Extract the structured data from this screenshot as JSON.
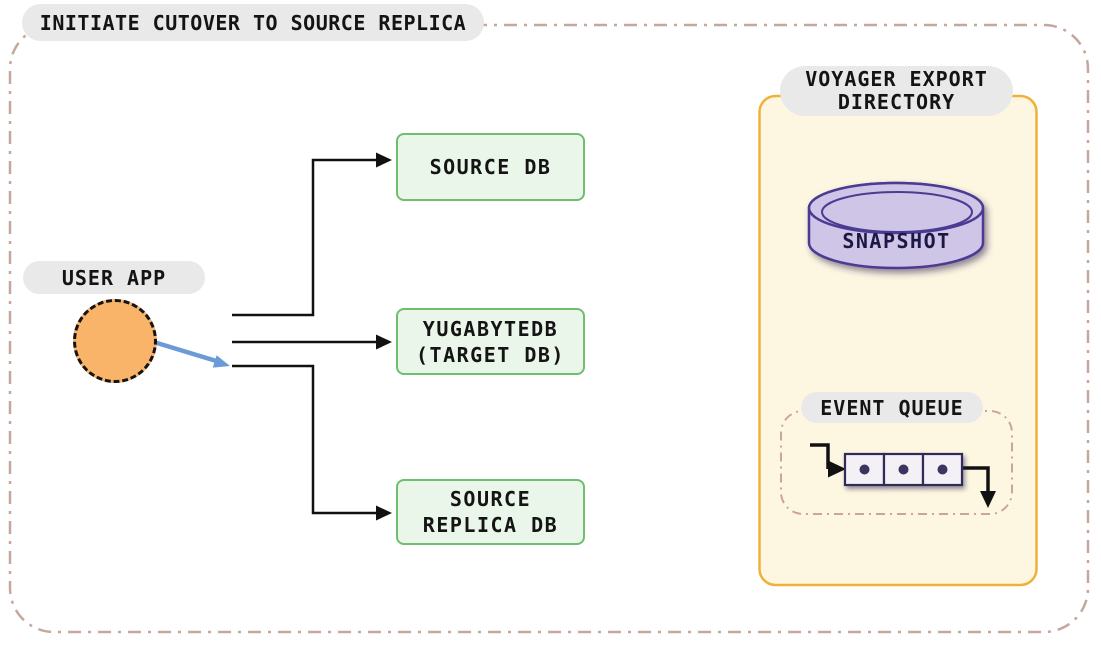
{
  "title": {
    "label": "INITIATE CUTOVER TO SOURCE REPLICA"
  },
  "user_app": {
    "label": "USER APP"
  },
  "nodes": {
    "source_db": {
      "line1": "SOURCE DB"
    },
    "target_db": {
      "line1": "YUGABYTEDB",
      "line2": "(TARGET DB)"
    },
    "source_replica_db": {
      "line1": "SOURCE",
      "line2": "REPLICA DB"
    }
  },
  "voyager": {
    "title_line1": "VOYAGER EXPORT",
    "title_line2": "DIRECTORY",
    "snapshot": {
      "label": "SNAPSHOT"
    },
    "event_queue": {
      "label": "EVENT QUEUE",
      "cells": 3
    }
  },
  "colors": {
    "outer_dashed_border": "#c4a89e",
    "pill_bg": "#e9e9e9",
    "pill_text": "#141414",
    "node_green_bg": "#ebf6ea",
    "node_green_border": "#6dbf6d",
    "user_app_fill": "#f9b469",
    "connector_black": "#111111",
    "cutover_arrow_blue": "#6a9bd8",
    "voyager_bg": "#fdf7e2",
    "voyager_border": "#f0b13a",
    "snapshot_fill": "#cfc5e7",
    "snapshot_border": "#4b3a92",
    "queue_dashed_border": "#c9a59b",
    "queue_cell_bg": "#f3f1f5",
    "queue_cell_border": "#312c58"
  }
}
